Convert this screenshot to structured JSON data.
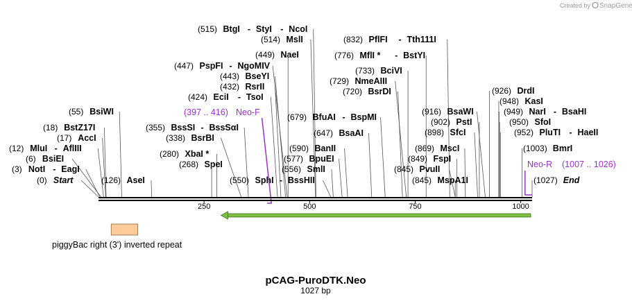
{
  "branding": {
    "created_by": "Created by",
    "brand": "SnapGene"
  },
  "title": "pCAG-PuroDTK.Neo",
  "subtitle": "1027 bp",
  "length": 1027,
  "ticks": [
    250,
    500,
    750,
    1000
  ],
  "features": [
    {
      "name": "piggyBac right (3') inverted repeat",
      "start": 30,
      "end": 93,
      "color": "#ffcc99"
    }
  ],
  "arrow": {
    "start": 290,
    "end": 1027,
    "direction": "reverse",
    "color": "#7cc142"
  },
  "primers": [
    {
      "label": "Neo-F",
      "range": "(397 .. 416)",
      "start": 397,
      "end": 416,
      "color": "#9b30c9"
    },
    {
      "label": "Neo-R",
      "range": "(1007 .. 1026)",
      "start": 1007,
      "end": 1026,
      "color": "#9b30c9"
    }
  ],
  "sites": [
    {
      "pos": "(515)",
      "names": [
        "BtgI",
        "StyI",
        "NcoI"
      ],
      "bp": 515
    },
    {
      "pos": "(514)",
      "names": [
        "MslI"
      ],
      "bp": 514
    },
    {
      "pos": "(449)",
      "names": [
        "NaeI"
      ],
      "bp": 449
    },
    {
      "pos": "(447)",
      "names": [
        "PspFI",
        "NgoMIV"
      ],
      "bp": 447
    },
    {
      "pos": "(443)",
      "names": [
        "BseYI"
      ],
      "bp": 443
    },
    {
      "pos": "(432)",
      "names": [
        "RsrII"
      ],
      "bp": 432
    },
    {
      "pos": "(424)",
      "names": [
        "EciI",
        "TsoI"
      ],
      "bp": 424
    },
    {
      "pos": "(355)",
      "names": [
        "BssSI",
        "BssSαI"
      ],
      "bp": 355
    },
    {
      "pos": "(338)",
      "names": [
        "BsrBI"
      ],
      "bp": 338
    },
    {
      "pos": "(280)",
      "names": [
        "XbaI *"
      ],
      "bp": 280
    },
    {
      "pos": "(268)",
      "names": [
        "SpeI"
      ],
      "bp": 268
    },
    {
      "pos": "(550)",
      "names": [
        "SphI",
        "BssHII"
      ],
      "bp": 550
    },
    {
      "pos": "(832)",
      "names": [
        "PflFI",
        "Tth111I"
      ],
      "bp": 832
    },
    {
      "pos": "(776)",
      "names": [
        "MflI *",
        "BstYI"
      ],
      "bp": 776
    },
    {
      "pos": "(733)",
      "names": [
        "BciVI"
      ],
      "bp": 733
    },
    {
      "pos": "(729)",
      "names": [
        "NmeAIII"
      ],
      "bp": 729
    },
    {
      "pos": "(720)",
      "names": [
        "BsrDI"
      ],
      "bp": 720
    },
    {
      "pos": "(679)",
      "names": [
        "BfuAI",
        "BspMI"
      ],
      "bp": 679
    },
    {
      "pos": "(647)",
      "names": [
        "BsaAI"
      ],
      "bp": 647
    },
    {
      "pos": "(590)",
      "names": [
        "BanII"
      ],
      "bp": 590
    },
    {
      "pos": "(577)",
      "names": [
        "BpuEI"
      ],
      "bp": 577
    },
    {
      "pos": "(556)",
      "names": [
        "SmlI"
      ],
      "bp": 556
    },
    {
      "pos": "(55)",
      "names": [
        "BsiWI"
      ],
      "bp": 55
    },
    {
      "pos": "(18)",
      "names": [
        "BstZ17I"
      ],
      "bp": 18
    },
    {
      "pos": "(17)",
      "names": [
        "AccI"
      ],
      "bp": 17
    },
    {
      "pos": "(12)",
      "names": [
        "MluI",
        "AflIII"
      ],
      "bp": 12
    },
    {
      "pos": "(6)",
      "names": [
        "BsiEI"
      ],
      "bp": 6
    },
    {
      "pos": "(3)",
      "names": [
        "NotI",
        "EagI"
      ],
      "bp": 3
    },
    {
      "pos": "(0)",
      "names": [
        "Start"
      ],
      "bp": 0
    },
    {
      "pos": "(126)",
      "names": [
        "AseI"
      ],
      "bp": 126
    },
    {
      "pos": "(926)",
      "names": [
        "DrdI"
      ],
      "bp": 926
    },
    {
      "pos": "(948)",
      "names": [
        "KasI"
      ],
      "bp": 948
    },
    {
      "pos": "(949)",
      "names": [
        "NarI",
        "BsaHI"
      ],
      "bp": 949
    },
    {
      "pos": "(950)",
      "names": [
        "SfoI"
      ],
      "bp": 950
    },
    {
      "pos": "(952)",
      "names": [
        "PluTI",
        "HaeII"
      ],
      "bp": 952
    },
    {
      "pos": "(1003)",
      "names": [
        "BmrI"
      ],
      "bp": 1003
    },
    {
      "pos": "(1027)",
      "names": [
        "End"
      ],
      "bp": 1027
    },
    {
      "pos": "(916)",
      "names": [
        "BsaWI"
      ],
      "bp": 916
    },
    {
      "pos": "(902)",
      "names": [
        "PstI"
      ],
      "bp": 902
    },
    {
      "pos": "(898)",
      "names": [
        "SfcI"
      ],
      "bp": 898
    },
    {
      "pos": "(869)",
      "names": [
        "MscI"
      ],
      "bp": 869
    },
    {
      "pos": "(849)",
      "names": [
        "FspI"
      ],
      "bp": 849
    },
    {
      "pos": "(845)",
      "names": [
        "PvuII"
      ],
      "bp": 845
    },
    {
      "pos": "(845)",
      "names": [
        "MspA1I"
      ],
      "bp": 845
    }
  ]
}
